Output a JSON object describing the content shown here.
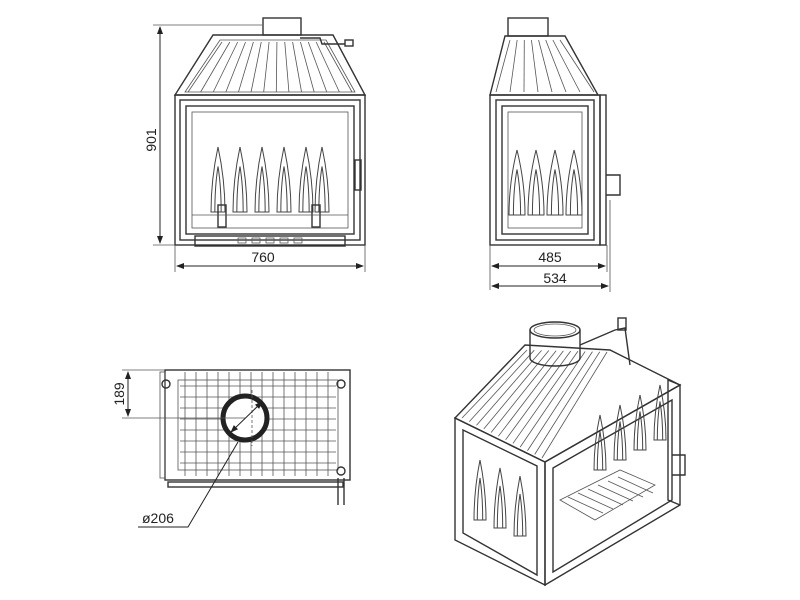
{
  "drawing": {
    "front_view": {
      "height_label": "901",
      "width_label": "760"
    },
    "side_view": {
      "depth_label_inner": "485",
      "depth_label_outer": "534"
    },
    "top_view": {
      "offset_label": "189",
      "flue_diameter_label": "ø206"
    },
    "isometric_view": {}
  }
}
